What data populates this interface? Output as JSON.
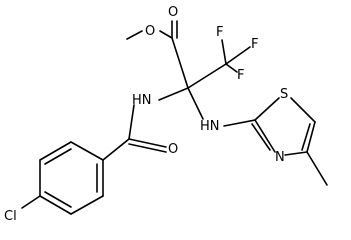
{
  "atoms": {
    "ester_o_carbonyl": "O",
    "ester_o_single": "O",
    "f_top": "F",
    "f_right": "F",
    "f_lower": "F",
    "amide_nh": "HN",
    "amine_nh": "HN",
    "amide_o": "O",
    "thiazole_s": "S",
    "thiazole_n": "N",
    "chlorine": "Cl"
  }
}
